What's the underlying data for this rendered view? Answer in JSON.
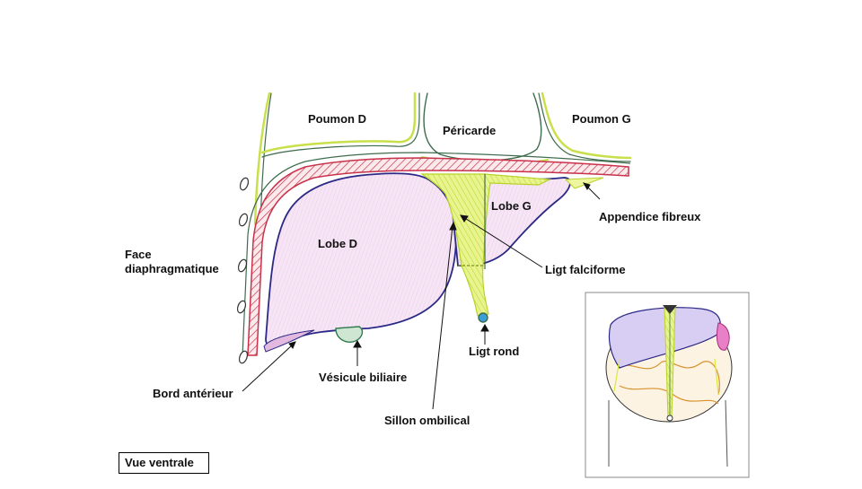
{
  "labels": {
    "poumon_d": "Poumon D",
    "pericarde": "Péricarde",
    "poumon_g": "Poumon G",
    "lobe_g": "Lobe G",
    "lobe_d": "Lobe D",
    "appendice_fibreux": "Appendice fibreux",
    "face_diaphragmatique_1": "Face",
    "face_diaphragmatique_2": "diaphragmatique",
    "ligt_falciforme": "Ligt falciforme",
    "ligt_rond": "Ligt rond",
    "vesicule_biliaire": "Vésicule biliaire",
    "bord_anterieur": "Bord antérieur",
    "sillon_ombilical": "Sillon ombilical"
  },
  "caption": "Vue ventrale",
  "colors": {
    "liver_fill": "#f4dff2",
    "liver_outline": "#2a2a86",
    "ligament": "#d7ec3b",
    "ligament_light": "#eef7a0",
    "diaphragm_red": "#c8324a",
    "outline_green": "#3e6b4d",
    "gallbladder": "#2f7a4f",
    "text": "#111111"
  }
}
